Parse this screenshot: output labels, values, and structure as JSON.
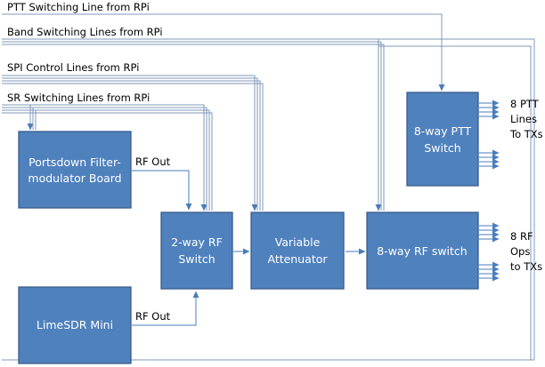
{
  "control_lines": {
    "ptt": "PTT Switching Line from RPi",
    "band": "Band Switching Lines from RPi",
    "spi": "SPI Control Lines from RPi",
    "sr": "SR Switching Lines from RPi"
  },
  "blocks": {
    "portsdown": [
      "Portsdown Filter-",
      "modulator Board"
    ],
    "limesdr": "LimeSDR Mini",
    "rf_switch_2way": [
      "2-way RF",
      "Switch"
    ],
    "attenuator": [
      "Variable",
      "Attenuator"
    ],
    "rf_switch_8way": "8-way RF switch",
    "ptt_switch_8way": [
      "8-way PTT",
      "Switch"
    ]
  },
  "outputs": {
    "portsdown_rf_out": "RF Out",
    "limesdr_rf_out": "RF Out",
    "ptt_lines": [
      "8 PTT",
      "Lines",
      "To TXs"
    ],
    "rf_ops": [
      "8 RF",
      "Ops",
      "to TXs"
    ]
  },
  "colors": {
    "block_fill": "#4f81bd",
    "block_border": "#385d8a",
    "line": "#4a7ebb"
  }
}
